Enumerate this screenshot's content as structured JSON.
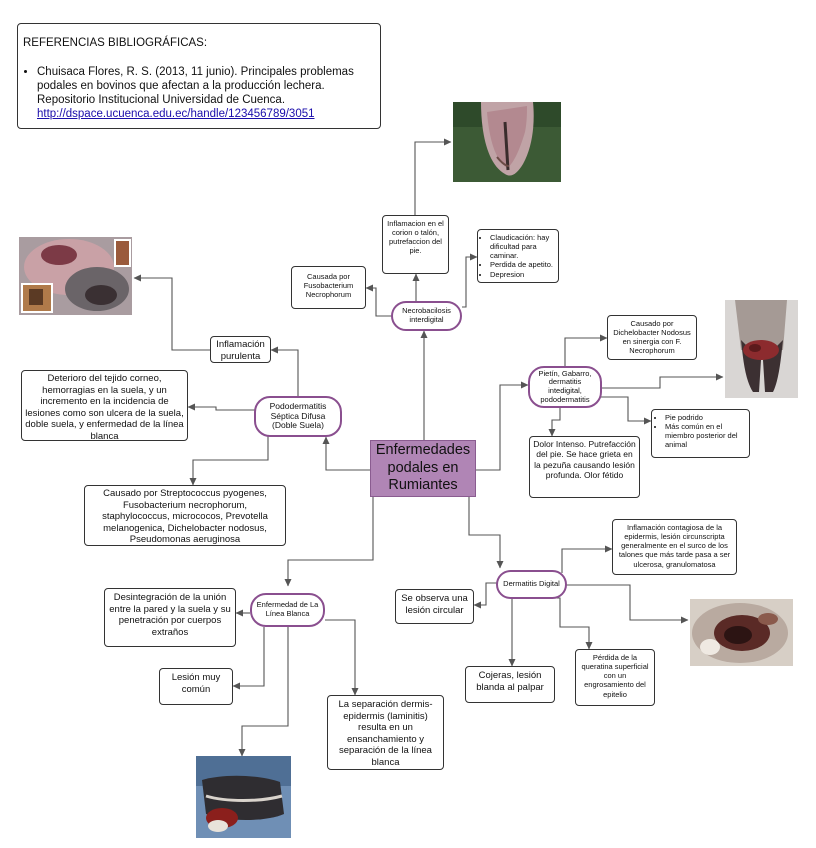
{
  "references": {
    "heading": "REFERENCIAS BIBLIOGRÁFICAS:",
    "entry_text": "Chuisaca Flores, R. S. (2013, 11 junio). Principales problemas podales en  bovinos que afectan a la producción lechera. Repositorio Institucional  Universidad de Cuenca.",
    "entry_link": "http://dspace.ucuenca.edu.ec/handle/123456789/3051"
  },
  "central": {
    "label": "Enfermedades podales en Rumiantes"
  },
  "necrobacilosis": {
    "label": "Necrobacilosis interdigital",
    "cause": "Causada por Fusobacterium Necrophorum",
    "inflammation": "Inflamacion en el corion o talón, putrefaccion del pie.",
    "symptoms": [
      "Claudicación: hay dificultad para caminar.",
      "Perdida de apetito.",
      "Depresion"
    ]
  },
  "pododermatitis": {
    "label": "Pododermatitis Séptica Difusa (Doble Suela)",
    "purulent": "Inflamación purulenta",
    "description": "Deterioro del tejido corneo, hemorragias en la suela, y un incremento en la incidencia  de lesiones como son ulcera de la suela, doble suela, y enfermedad de la línea blanca",
    "cause": "Causado por Streptococcus pyogenes, Fusobacterium necrophorum, staphylococcus, micrococos, Prevotella melanogenica, Dichelobacter  nodosus, Pseudomonas aeruginosa"
  },
  "pietin": {
    "label": "Pietín, Gabarro, dermatitis intedigital, pododermatitis",
    "cause": "Causado por Dichelobacter Nodosus en sinergia con F. Necrophorum",
    "features": [
      "Pie podrido",
      "Más común en el miembro posterior del animal"
    ],
    "pain": "Dolor Intenso. Putrefacción del pie. Se hace grieta en la pezuña causando lesión profunda. Olor fétido"
  },
  "dermatitis_digital": {
    "label": "Dermatitis Digital",
    "inflammation": "Inflamación contagiosa de la epidermis, lesión  circunscripta generalmente en el surco de los talones que  más tarde pasa a ser ulcerosa, granulomatosa",
    "circular": "Se observa una lesión circular",
    "lameness": "Cojeras, lesión blanda al palpar",
    "keratin": "Pérdida de la queratina superficial con un engrosamiento del epitelio"
  },
  "linea_blanca": {
    "label": "Enfermedad de La Línea Blanca",
    "disintegration": "Desintegración de la unión entre la pared y la suela y su penetración por cuerpos extraños",
    "common": "Lesión muy común",
    "separation": "La separación dermis-epidermis (laminitis) resulta en un ensanchamiento y separación de la línea blanca"
  },
  "colors": {
    "central_fill": "#b085b5",
    "node_border": "#8a4f8f",
    "connector": "#555555"
  }
}
